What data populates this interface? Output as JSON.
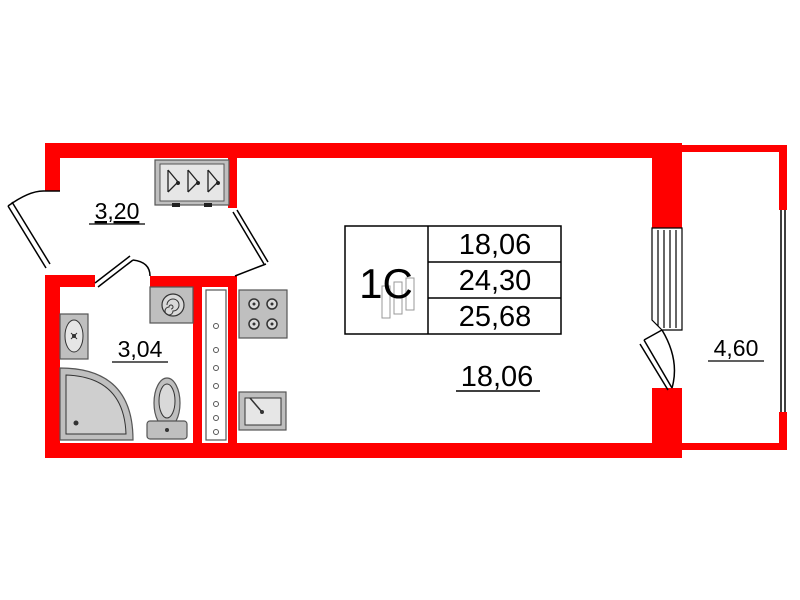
{
  "colors": {
    "wall": "#ff0000",
    "fixture_fill": "#bfbfbf",
    "fixture_stroke": "#555555",
    "line": "#000000",
    "background": "#ffffff"
  },
  "apartment": {
    "type_label": "1С",
    "living_area": "18,06",
    "total_area": "24,30",
    "total_area_with_balcony": "25,68"
  },
  "rooms": {
    "hall": {
      "area": "3,20"
    },
    "bathroom": {
      "area": "3,04"
    },
    "main_room": {
      "area": "18,06"
    },
    "balcony": {
      "area": "4,60"
    }
  },
  "fixtures": [
    "wardrobe-hangers",
    "washing-machine",
    "stove",
    "kitchen-sink",
    "bathtub",
    "toilet",
    "washbasin"
  ]
}
